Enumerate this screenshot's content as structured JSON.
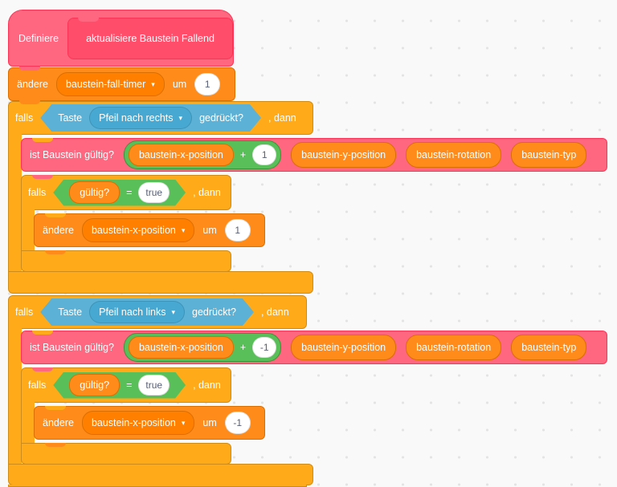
{
  "icons": {
    "dropdown_arrow": "▾"
  },
  "palette": {
    "control": "#FFAB19",
    "variables": "#FF8C1A",
    "my_blocks": "#FF6680",
    "my_blocks_prototype": "#FF4D6A",
    "operators": "#59C059",
    "sensing": "#5CB1D6",
    "workspace_bg": "#f9f9f9"
  },
  "blocks": {
    "definition": {
      "define_label": "Definiere",
      "name": "aktualisiere Baustein Fallend"
    },
    "change_timer": {
      "verb": "ändere",
      "variable": "baustein-fall-timer",
      "preposition": "um",
      "value": "1"
    },
    "branches": [
      {
        "falls": "falls",
        "dann": ", dann",
        "key_sensor": {
          "taste": "Taste",
          "key": "Pfeil nach rechts",
          "gedrueckt": "gedrückt?"
        },
        "validity_call": {
          "label": "ist Baustein gültig?",
          "x_var": "baustein-x-position",
          "operator": "+",
          "delta": "1",
          "args": [
            "baustein-y-position",
            "baustein-rotation",
            "baustein-typ"
          ]
        },
        "inner_if": {
          "falls": "falls",
          "variable": "gültig?",
          "equals": "=",
          "value": "true",
          "dann": ", dann"
        },
        "change_x": {
          "verb": "ändere",
          "variable": "baustein-x-position",
          "preposition": "um",
          "value": "1"
        }
      },
      {
        "falls": "falls",
        "dann": ", dann",
        "key_sensor": {
          "taste": "Taste",
          "key": "Pfeil nach links",
          "gedrueckt": "gedrückt?"
        },
        "validity_call": {
          "label": "ist Baustein gültig?",
          "x_var": "baustein-x-position",
          "operator": "+",
          "delta": "-1",
          "args": [
            "baustein-y-position",
            "baustein-rotation",
            "baustein-typ"
          ]
        },
        "inner_if": {
          "falls": "falls",
          "variable": "gültig?",
          "equals": "=",
          "value": "true",
          "dann": ", dann"
        },
        "change_x": {
          "verb": "ändere",
          "variable": "baustein-x-position",
          "preposition": "um",
          "value": "-1"
        }
      }
    ]
  }
}
